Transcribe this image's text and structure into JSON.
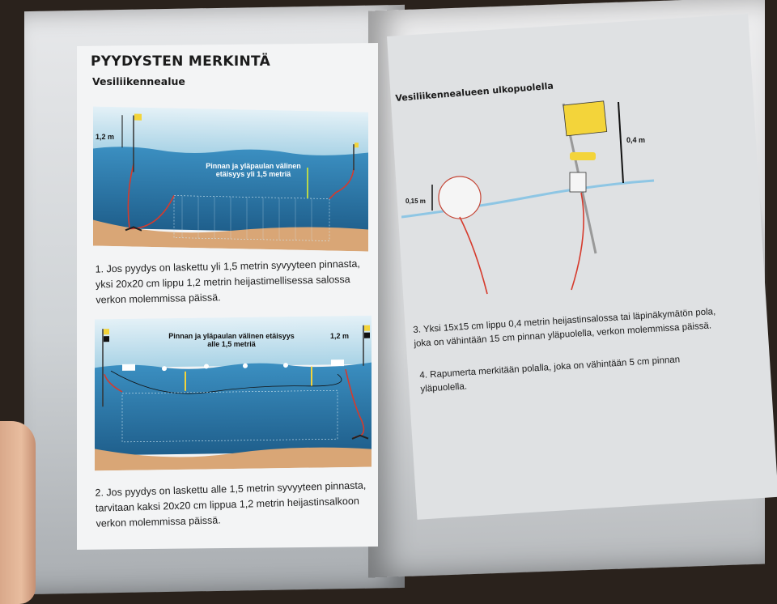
{
  "left_page": {
    "heading": "PYYDYSTEN MERKINTÄ",
    "subheading": "Vesiliikennealue",
    "figure1": {
      "height_label": "1,2 m",
      "annotation": "Pinnan ja yläpaulan välinen etäisyys yli 1,5 metriä"
    },
    "paragraph1": "1. Jos pyydys on laskettu yli 1,5 metrin syvyyteen pinnasta, yksi 20x20 cm lippu 1,2 metrin heijastimellisessa salossa verkon molemmissa päissä.",
    "figure2": {
      "height_label": "1,2 m",
      "annotation": "Pinnan ja yläpaulan välinen etäisyys alle 1,5 metriä"
    },
    "paragraph2": "2. Jos pyydys on laskettu alle 1,5 metrin syvyyteen pinnasta, tarvitaan kaksi 20x20 cm lippua 1,2 metrin heijastinsalkoon verkon molemmissa päissä."
  },
  "right_page": {
    "title": "Vesiliikennealueen ulkopuolella",
    "figure": {
      "flag_height_label": "0,4 m",
      "pole_label": "0,15 m"
    },
    "paragraph3": "3. Yksi 15x15 cm lippu 0,4 metrin heijastinsalossa tai läpinäkymätön pola, joka on vähintään 15 cm pinnan yläpuolella, verkon molemmissa päissä.",
    "paragraph4": "4. Rapumerta merkitään polalla, joka on vähintään 5 cm pinnan yläpuolella."
  },
  "colors": {
    "water": "#2f7fb1",
    "sky": "#bfe0ee",
    "sand": "#d8a779",
    "flag": "#f3d43a",
    "rope": "#d63a2c",
    "arrow": "#b9d84a"
  }
}
